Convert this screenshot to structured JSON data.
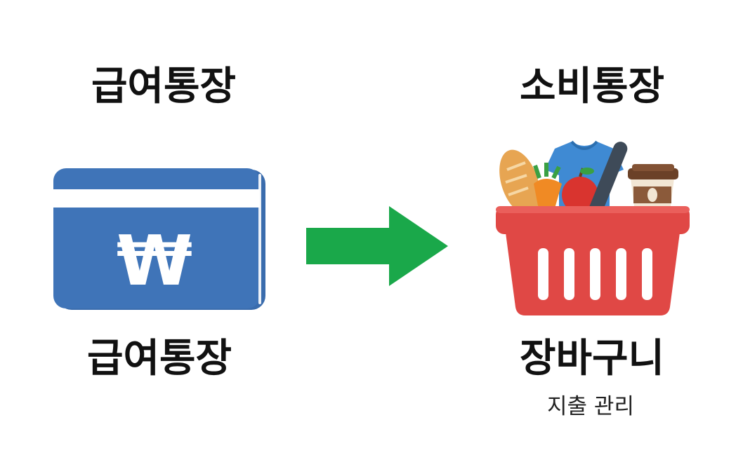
{
  "left": {
    "heading": "급여통장",
    "caption": "급여통장",
    "card_symbol": "₩",
    "card_color": "#3f74b8"
  },
  "right": {
    "heading": "소비통장",
    "caption": "장바구니",
    "subcaption": "지출 관리",
    "basket_color": "#e04845"
  },
  "arrow": {
    "color": "#1aa84a",
    "icon": "arrow-right-icon"
  }
}
